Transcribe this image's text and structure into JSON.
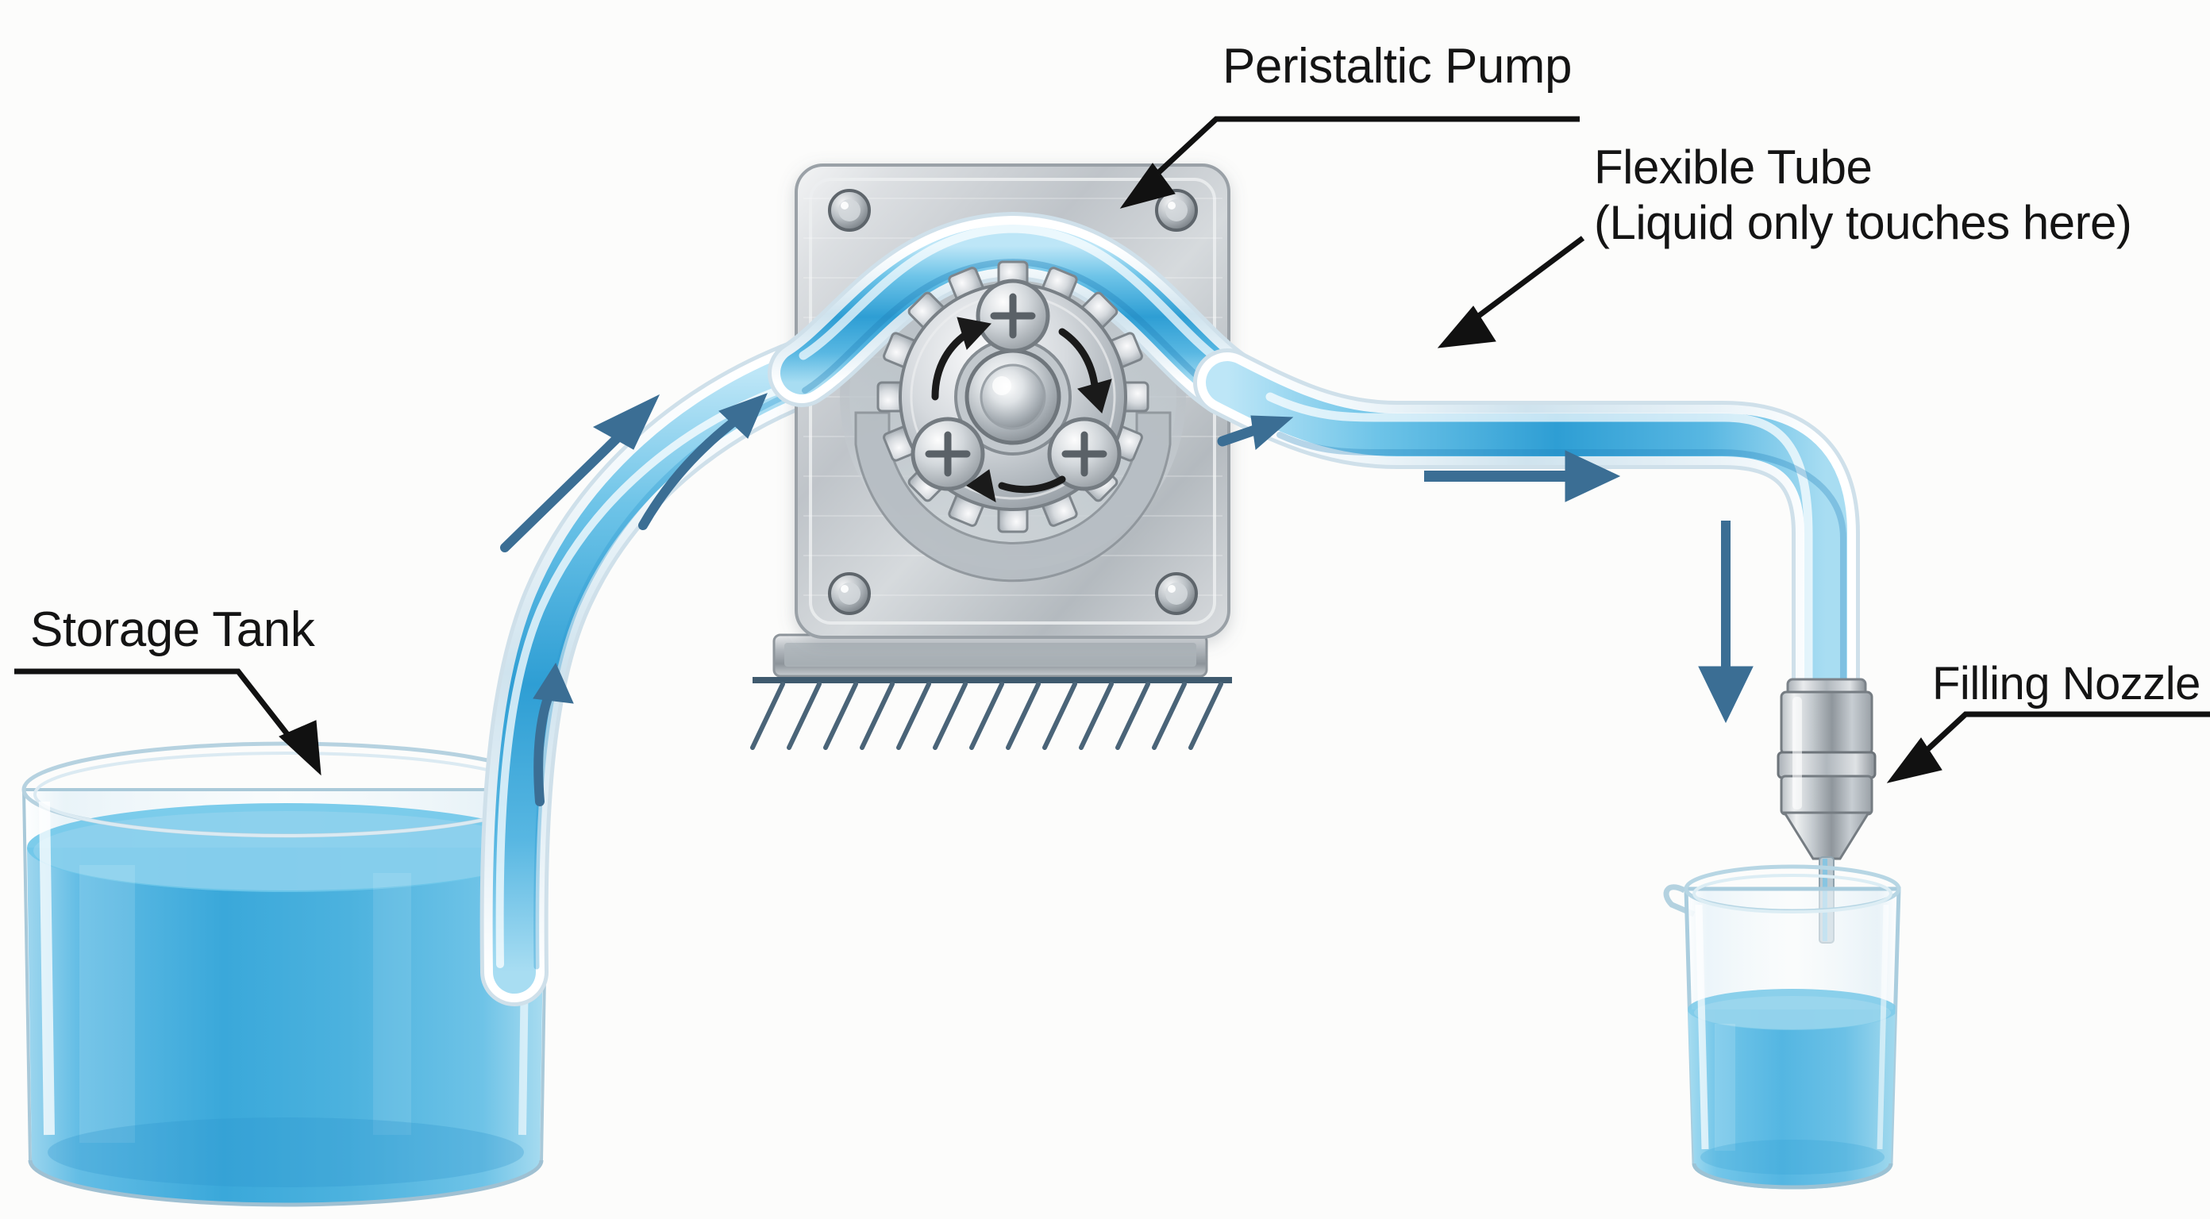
{
  "diagram": {
    "title": "Peristaltic Pump Liquid Filling System",
    "background_color": "#fcfcfb",
    "labels": {
      "pump": "Peristaltic Pump",
      "tube_line1": "Flexible Tube",
      "tube_line2": "(Liquid only touches here)",
      "tank": "Storage Tank",
      "nozzle": "Filling Nozzle"
    },
    "colors": {
      "label_text": "#141414",
      "leader_line": "#111111",
      "flow_arrow": "#3b6e94",
      "liquid_blue": "#4fb3e0",
      "liquid_deep": "#2a93cd",
      "tube_glass": "#cfe6f2",
      "metal_light": "#e8eaec",
      "metal_mid": "#a8aeb4",
      "metal_dark": "#6f767d",
      "glass_edge": "#9fc4d6",
      "hatch_line": "#3f5a6e"
    },
    "components": {
      "storage_tank": {
        "name": "Storage Tank",
        "type": "cylindrical glass vessel",
        "contents": "blue liquid",
        "fill_level_fraction": 0.78
      },
      "pump": {
        "name": "Peristaltic Pump",
        "housing": "brushed stainless square plate",
        "corner_screws": 4,
        "rotor_teeth": 16,
        "roller_heads": 3,
        "rotation_arrows": 3,
        "mounted_on": "hatched ground line"
      },
      "flexible_tube": {
        "name": "Flexible Tube",
        "note": "Liquid only touches here",
        "path": "tank -> up -> through pump head -> horizontal right -> down -> nozzle"
      },
      "filling_nozzle": {
        "name": "Filling Nozzle",
        "type": "stainless steel banded nozzle with conical tip"
      },
      "beaker": {
        "name": "Beaker",
        "type": "glass beaker with pouring spout",
        "contents": "blue liquid",
        "fill_level_fraction": 0.56
      }
    },
    "flow_arrows": [
      {
        "name": "inlet-flow-arrow-lower",
        "direction": "up-right",
        "location": "tank riser tube"
      },
      {
        "name": "inlet-flow-arrow-mid",
        "direction": "up-right",
        "location": "inside inlet tube"
      },
      {
        "name": "inlet-flow-arrow-outer",
        "direction": "up-right",
        "location": "beside inlet tube"
      },
      {
        "name": "pump-outlet-flow-arrow",
        "direction": "right",
        "location": "pump outlet tube"
      },
      {
        "name": "outlet-flow-arrow-horizontal",
        "direction": "right",
        "location": "below horizontal run"
      },
      {
        "name": "outlet-flow-arrow-down",
        "direction": "down",
        "location": "left of vertical drop"
      }
    ],
    "rotation_arrows": [
      {
        "name": "rotor-arrow-upper-left",
        "direction": "counter-clockwise sweep"
      },
      {
        "name": "rotor-arrow-upper-right",
        "direction": "clockwise sweep"
      },
      {
        "name": "rotor-arrow-bottom",
        "direction": "leftward sweep"
      }
    ]
  }
}
